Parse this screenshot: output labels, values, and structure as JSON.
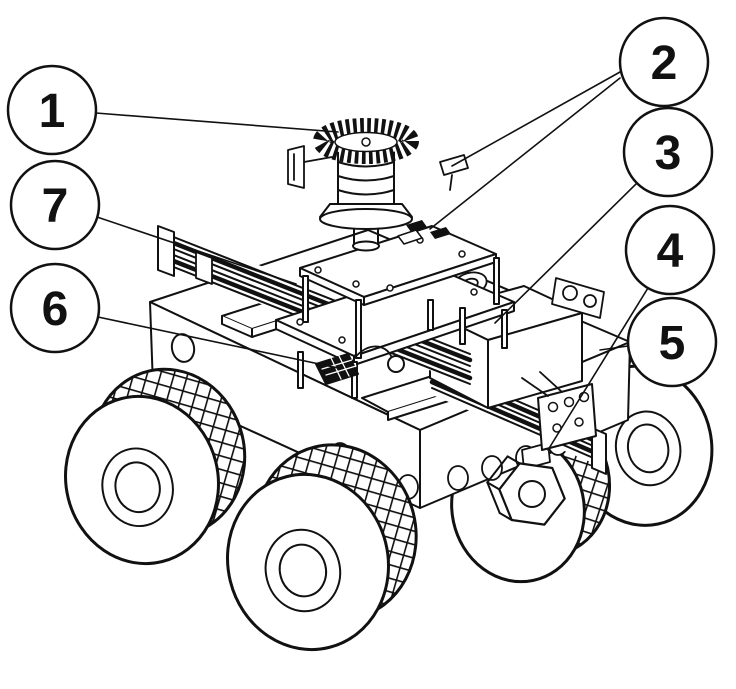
{
  "diagram": {
    "colors": {
      "line": "#111111",
      "background": "#ffffff"
    },
    "callouts": [
      {
        "label": "1"
      },
      {
        "label": "2"
      },
      {
        "label": "3"
      },
      {
        "label": "4"
      },
      {
        "label": "5"
      },
      {
        "label": "6"
      },
      {
        "label": "7"
      }
    ]
  }
}
